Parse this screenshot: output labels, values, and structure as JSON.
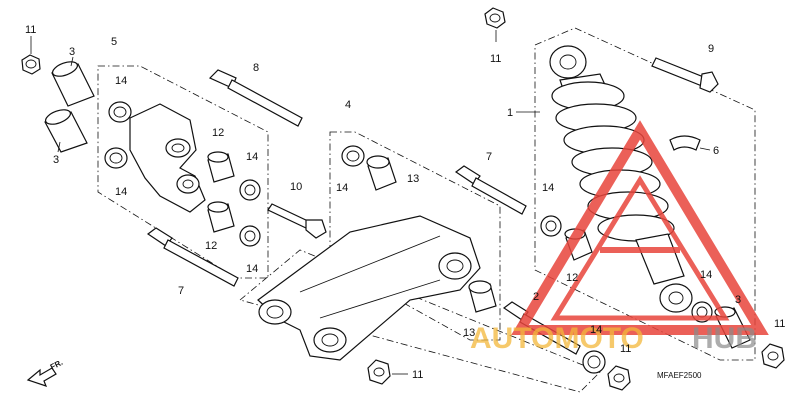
{
  "diagram": {
    "ref_code": "MFAEF2500",
    "front_marker": "FR.",
    "watermark": {
      "part1": "AUTOMOTO",
      "part2": "HUB",
      "accent_color": "#e8453c",
      "gold_color": "#f3b73a"
    },
    "callouts": {
      "c1": "1",
      "c2": "2",
      "c3a": "3",
      "c3b": "3",
      "c3c": "3",
      "c4": "4",
      "c5": "5",
      "c6": "6",
      "c7a": "7",
      "c7b": "7",
      "c8": "8",
      "c9": "9",
      "c10": "10",
      "c11a": "11",
      "c11b": "11",
      "c11c": "11",
      "c11d": "11",
      "c11e": "11",
      "c12a": "12",
      "c12b": "12",
      "c12c": "12",
      "c13a": "13",
      "c13b": "13",
      "c14a": "14",
      "c14b": "14",
      "c14c": "14",
      "c14d": "14",
      "c14e": "14",
      "c14f": "14",
      "c14g": "14",
      "c14h": "14"
    }
  }
}
